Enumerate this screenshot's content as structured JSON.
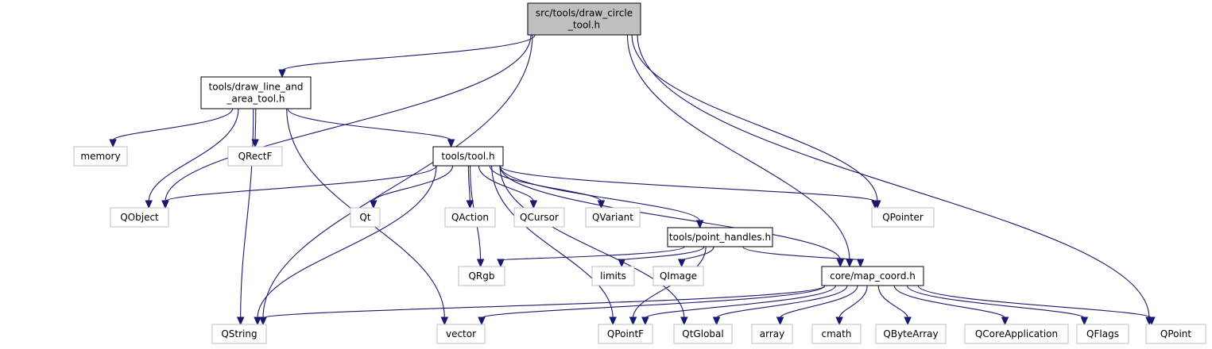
{
  "colors": {
    "edge": "#191970",
    "root_fill": "#bfbfbf",
    "node_border": "#000000",
    "external_border": "#bfbfbf",
    "external_text": "#4d4d4d",
    "background": "#ffffff"
  },
  "nodes": {
    "root": {
      "lines": [
        "src/tools/draw_circle",
        "_tool.h"
      ],
      "kind": "root"
    },
    "dlat": {
      "lines": [
        "tools/draw_line_and",
        "_area_tool.h"
      ],
      "kind": "header"
    },
    "tool": {
      "lines": [
        "tools/tool.h"
      ],
      "kind": "header"
    },
    "ph": {
      "lines": [
        "tools/point_handles.h"
      ],
      "kind": "header"
    },
    "mc": {
      "lines": [
        "core/map_coord.h"
      ],
      "kind": "header"
    },
    "memory": {
      "lines": [
        "memory"
      ],
      "kind": "external"
    },
    "qrectf": {
      "lines": [
        "QRectF"
      ],
      "kind": "external"
    },
    "qobject": {
      "lines": [
        "QObject"
      ],
      "kind": "external"
    },
    "qt": {
      "lines": [
        "Qt"
      ],
      "kind": "external"
    },
    "qaction": {
      "lines": [
        "QAction"
      ],
      "kind": "external"
    },
    "qcursor": {
      "lines": [
        "QCursor"
      ],
      "kind": "external"
    },
    "qvariant": {
      "lines": [
        "QVariant"
      ],
      "kind": "external"
    },
    "qpointer": {
      "lines": [
        "QPointer"
      ],
      "kind": "external"
    },
    "qrgb": {
      "lines": [
        "QRgb"
      ],
      "kind": "external"
    },
    "limits": {
      "lines": [
        "limits"
      ],
      "kind": "external"
    },
    "qimage": {
      "lines": [
        "QImage"
      ],
      "kind": "external"
    },
    "qstring": {
      "lines": [
        "QString"
      ],
      "kind": "external"
    },
    "vector": {
      "lines": [
        "vector"
      ],
      "kind": "external"
    },
    "qpointf": {
      "lines": [
        "QPointF"
      ],
      "kind": "external"
    },
    "qtglobal": {
      "lines": [
        "QtGlobal"
      ],
      "kind": "external"
    },
    "array": {
      "lines": [
        "array"
      ],
      "kind": "external"
    },
    "cmath": {
      "lines": [
        "cmath"
      ],
      "kind": "external"
    },
    "qbytearray": {
      "lines": [
        "QByteArray"
      ],
      "kind": "external"
    },
    "qcoreapp": {
      "lines": [
        "QCoreApplication"
      ],
      "kind": "external"
    },
    "qflags": {
      "lines": [
        "QFlags"
      ],
      "kind": "external"
    },
    "qpoint": {
      "lines": [
        "QPoint"
      ],
      "kind": "external"
    }
  },
  "edges": [
    {
      "from": "root",
      "to": "dlat"
    },
    {
      "from": "root",
      "to": "qobject"
    },
    {
      "from": "root",
      "to": "qstring"
    },
    {
      "from": "root",
      "to": "qpointer"
    },
    {
      "from": "root",
      "to": "mc"
    },
    {
      "from": "root",
      "to": "qpoint"
    },
    {
      "from": "dlat",
      "to": "memory"
    },
    {
      "from": "dlat",
      "to": "qrectf"
    },
    {
      "from": "dlat",
      "to": "qobject"
    },
    {
      "from": "dlat",
      "to": "qstring"
    },
    {
      "from": "dlat",
      "to": "vector"
    },
    {
      "from": "dlat",
      "to": "tool"
    },
    {
      "from": "tool",
      "to": "qobject"
    },
    {
      "from": "tool",
      "to": "qt"
    },
    {
      "from": "tool",
      "to": "qaction"
    },
    {
      "from": "tool",
      "to": "qcursor"
    },
    {
      "from": "tool",
      "to": "qvariant"
    },
    {
      "from": "tool",
      "to": "ph"
    },
    {
      "from": "tool",
      "to": "qpointer"
    },
    {
      "from": "tool",
      "to": "mc"
    },
    {
      "from": "tool",
      "to": "qrgb"
    },
    {
      "from": "tool",
      "to": "qstring"
    },
    {
      "from": "tool",
      "to": "qpointf"
    },
    {
      "from": "tool",
      "to": "qtglobal"
    },
    {
      "from": "ph",
      "to": "qrgb"
    },
    {
      "from": "ph",
      "to": "limits"
    },
    {
      "from": "ph",
      "to": "qimage"
    },
    {
      "from": "ph",
      "to": "mc"
    },
    {
      "from": "ph",
      "to": "qpointf"
    },
    {
      "from": "mc",
      "to": "qstring"
    },
    {
      "from": "mc",
      "to": "vector"
    },
    {
      "from": "mc",
      "to": "qpointf"
    },
    {
      "from": "mc",
      "to": "qtglobal"
    },
    {
      "from": "mc",
      "to": "array"
    },
    {
      "from": "mc",
      "to": "cmath"
    },
    {
      "from": "mc",
      "to": "qbytearray"
    },
    {
      "from": "mc",
      "to": "qcoreapp"
    },
    {
      "from": "mc",
      "to": "qflags"
    },
    {
      "from": "mc",
      "to": "qpoint"
    }
  ]
}
